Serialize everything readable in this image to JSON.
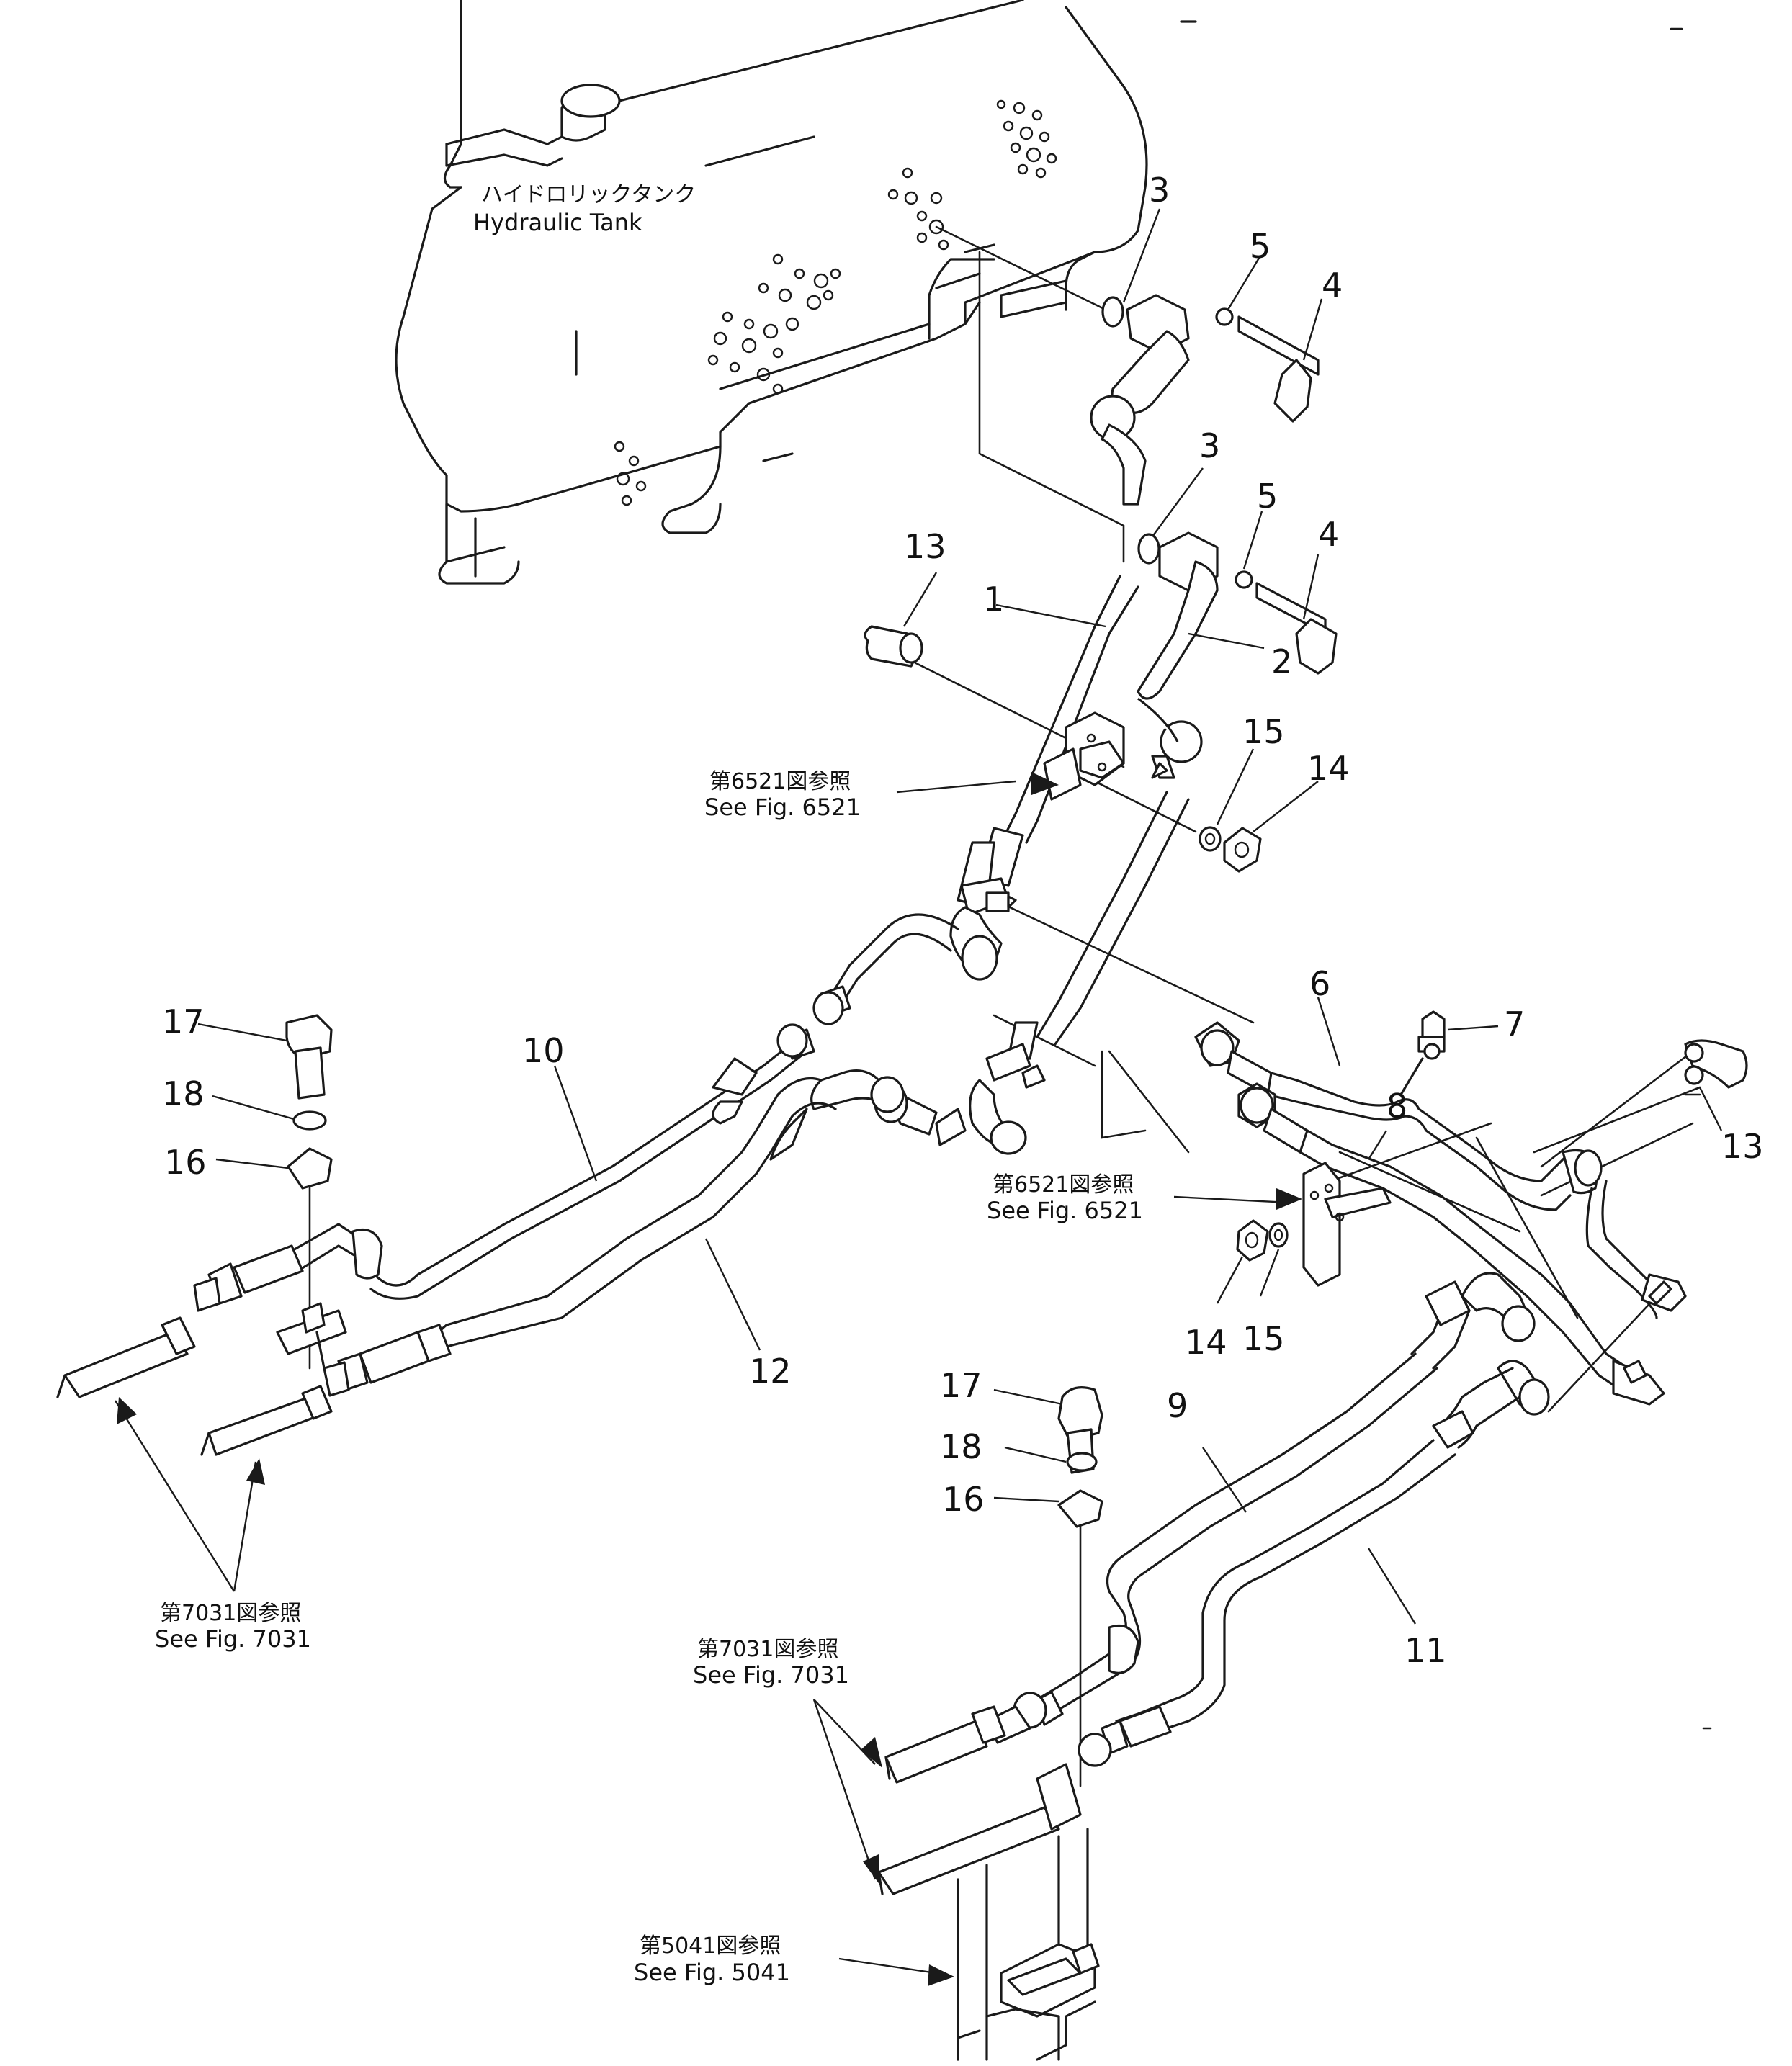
{
  "tank": {
    "label_jp": "ハイドロリックタンク",
    "label_en": "Hydraulic  Tank"
  },
  "part_numbers": {
    "p1": "1",
    "p2": "2",
    "p3a": "3",
    "p3b": "3",
    "p4a": "4",
    "p4b": "4",
    "p5a": "5",
    "p5b": "5",
    "p6": "6",
    "p7": "7",
    "p8": "8",
    "p9": "9",
    "p10": "10",
    "p11": "11",
    "p12": "12",
    "p13a": "13",
    "p13b": "13",
    "p14a": "14",
    "p14b": "14",
    "p15a": "15",
    "p15b": "15",
    "p16a": "16",
    "p16b": "16",
    "p17a": "17",
    "p17b": "17",
    "p18a": "18",
    "p18b": "18"
  },
  "references": {
    "fig6521_top": {
      "jp": "第6521図参照",
      "en": "See  Fig.  6521"
    },
    "fig6521_mid": {
      "jp": "第6521図参照",
      "en": "See  Fig.  6521"
    },
    "fig7031_left": {
      "jp": "第7031図参照",
      "en": "See  Fig.  7031"
    },
    "fig7031_bottom": {
      "jp": "第7031図参照",
      "en": "See  Fig.  7031"
    },
    "fig5041": {
      "jp": "第5041図参照",
      "en": "See  Fig.  5041"
    }
  }
}
